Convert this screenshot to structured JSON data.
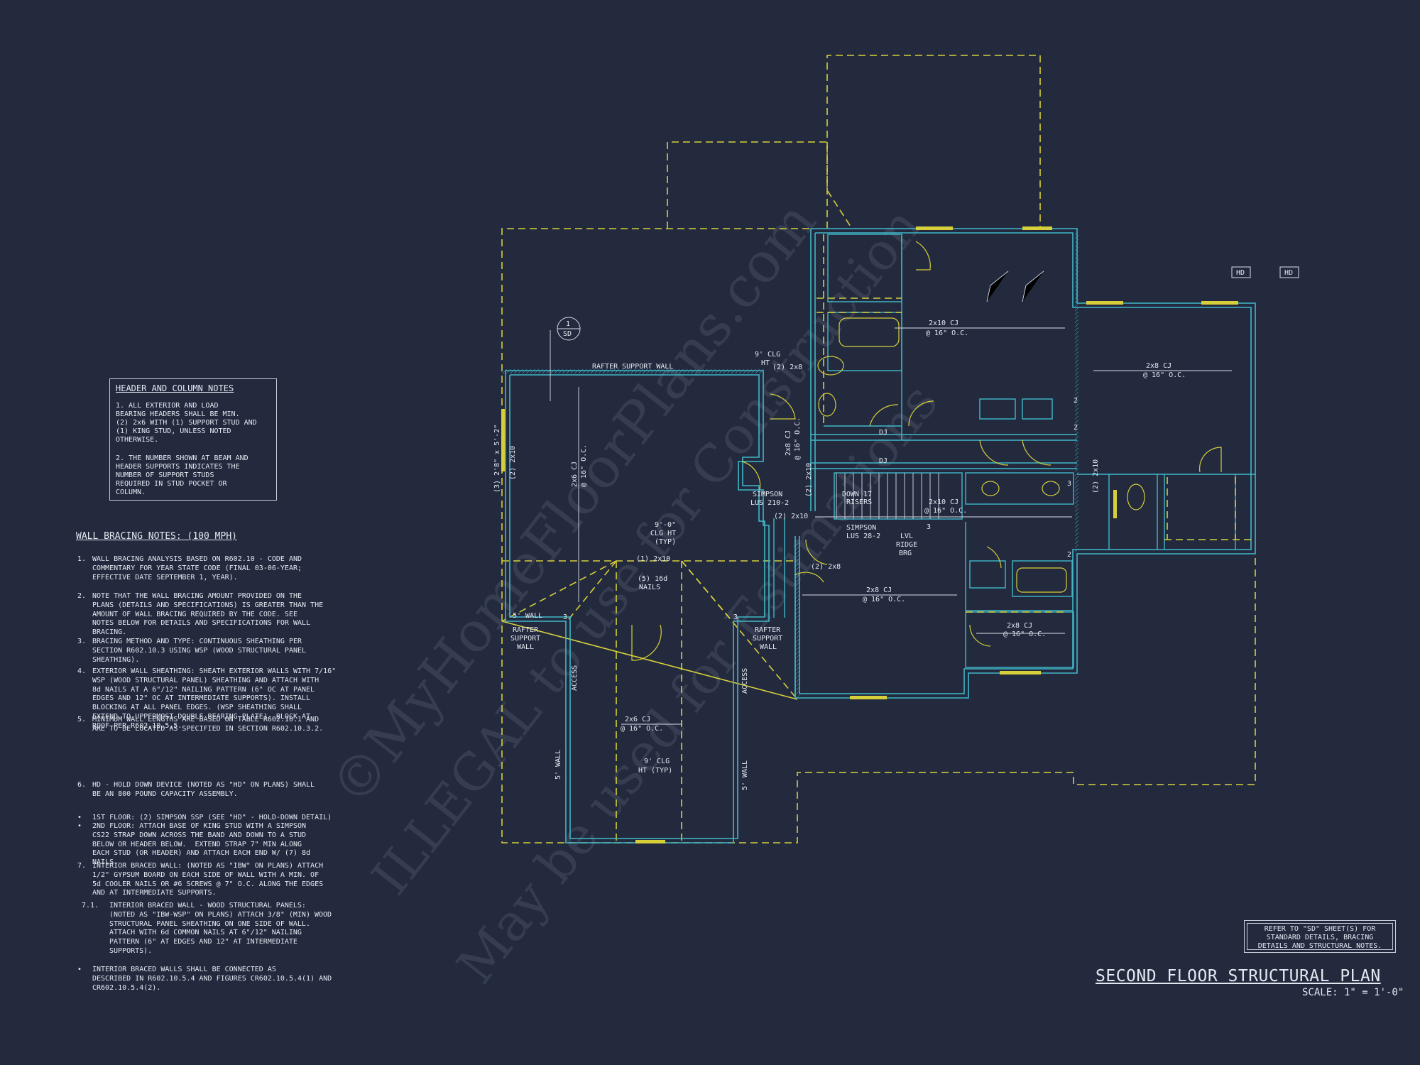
{
  "header_notes": {
    "title": "HEADER AND COLUMN NOTES",
    "p1": "1. ALL EXTERIOR AND LOAD\nBEARING HEADERS SHALL BE MIN.\n(2) 2x6 WITH (1) SUPPORT STUD AND\n(1) KING STUD, UNLESS NOTED\nOTHERWISE.",
    "p2": "2. THE NUMBER SHOWN AT BEAM AND\nHEADER SUPPORTS INDICATES THE\nNUMBER OF SUPPORT STUDS\nREQUIRED IN STUD POCKET OR\nCOLUMN."
  },
  "wall_bracing": {
    "title": "WALL BRACING NOTES: (100 MPH)",
    "items": [
      {
        "num": "1.",
        "text": "WALL BRACING ANALYSIS BASED ON R602.10 - CODE AND\nCOMMENTARY FOR YEAR STATE CODE (FINAL 03-06-YEAR;\nEFFECTIVE DATE SEPTEMBER 1, YEAR)."
      },
      {
        "num": "2.",
        "text": "NOTE THAT THE WALL BRACING AMOUNT PROVIDED ON THE\nPLANS (DETAILS AND SPECIFICATIONS) IS GREATER THAN THE\nAMOUNT OF WALL BRACING REQUIRED BY THE CODE. SEE\nNOTES BELOW FOR DETAILS AND SPECIFICATIONS FOR WALL\nBRACING."
      },
      {
        "num": "3.",
        "text": "BRACING METHOD AND TYPE: CONTINUOUS SHEATHING PER\nSECTION R602.10.3 USING WSP (WOOD STRUCTURAL PANEL\nSHEATHING)."
      },
      {
        "num": "4.",
        "text": "EXTERIOR WALL SHEATHING: SHEATH EXTERIOR WALLS WITH 7/16\"\nWSP (WOOD STRUCTURAL PANEL) SHEATHING AND ATTACH WITH\n8d NAILS AT A 6\"/12\" NAILING PATTERN (6\" OC AT PANEL\nEDGES AND 12\" OC AT INTERMEDIATE SUPPORTS). INSTALL\nBLOCKING AT ALL PANEL EDGES. (WSP SHEATHING SHALL\nEXTEND TO UPPERMOST DOUBLE BEARING PLATE). BLOCK AT\nROOF PER R602.10.5.5."
      },
      {
        "num": "5.",
        "text": "MINIMUM WALL LENGTHS ARE BASED ON TABLE R602.10.1 AND\nARE TO BE LOCATED AS SPECIFIED IN SECTION R602.10.3.2."
      },
      {
        "num": "6.",
        "text": "HD - HOLD DOWN DEVICE (NOTED AS \"HD\" ON PLANS) SHALL\nBE AN 800 POUND CAPACITY ASSEMBLY."
      },
      {
        "num": "•",
        "text": "1ST FLOOR: (2) SIMPSON SSP (SEE \"HD\" - HOLD-DOWN DETAIL)"
      },
      {
        "num": "•",
        "text": "2ND FLOOR: ATTACH BASE OF KING STUD WITH A SIMPSON\nCS22 STRAP DOWN ACROSS THE BAND AND DOWN TO A STUD\nBELOW OR HEADER BELOW.  EXTEND STRAP 7\" MIN ALONG\nEACH STUD (OR HEADER) AND ATTACH EACH END W/ (7) 8d\nNAILS."
      },
      {
        "num": "7.",
        "text": "INTERIOR BRACED WALL: (NOTED AS \"IBW\" ON PLANS) ATTACH\n1/2\" GYPSUM BOARD ON EACH SIDE OF WALL WITH A MIN. OF\n5d COOLER NAILS OR #6 SCREWS @ 7\" O.C. ALONG THE EDGES\nAND AT INTERMEDIATE SUPPORTS."
      },
      {
        "num": "7.1.",
        "text": "INTERIOR BRACED WALL - WOOD STRUCTURAL PANELS:\n(NOTED AS \"IBW-WSP\" ON PLANS) ATTACH 3/8\" (MIN) WOOD\nSTRUCTURAL PANEL SHEATHING ON ONE SIDE OF WALL.\nATTACH WITH 6d COMMON NAILS AT 6\"/12\" NAILING\nPATTERN (6\" AT EDGES AND 12\" AT INTERMEDIATE\nSUPPORTS)."
      },
      {
        "num": "•",
        "text": "INTERIOR BRACED WALLS SHALL BE CONNECTED AS\nDESCRIBED IN R602.10.5.4 AND FIGURES CR602.10.5.4(1) AND\nCR602.10.5.4(2)."
      }
    ]
  },
  "ref_note": "REFER TO \"SD\" SHEET(S) FOR\nSTANDARD DETAILS, BRACING\nDETAILS AND STRUCTURAL NOTES.",
  "plan_title": "SECOND FLOOR STRUCTURAL PLAN",
  "scale": "SCALE: 1\" = 1'-0\"",
  "plan_labels": {
    "rafter_support_wall": "RAFTER SUPPORT WALL",
    "section_num": "1",
    "section_sheet": "SD",
    "clg_9_a": "9' CLG",
    "clg_ht_a": "HT",
    "hdr_2x8": "(2) 2x8",
    "cj_2x10_top": "2x10 CJ",
    "cj_2x10_top_oc": "@ 16\" O.C.",
    "cj_2x8_right": "2x8 CJ",
    "cj_2x8_right_oc": "@ 16\" O.C.",
    "hd1": "HD",
    "hd2": "HD",
    "dj1": "DJ",
    "dj2": "DJ",
    "down_17": "DOWN 17",
    "risers": "RISERS",
    "cj_2x10_stair": "2x10 CJ",
    "cj_2x10_stair_oc": "@ 16\" O.C.",
    "simpson_lus210": "SIMPSON",
    "lus210": "LUS 210-2",
    "hdr_2x10": "(2) 2x10",
    "simpson_lus28": "SIMPSON",
    "lus28": "LUS 28-2",
    "lvl": "LVL",
    "ridge": "RIDGE",
    "brg": "BRG",
    "hdr_2x8_b": "(2) 2x8",
    "cj_2x8_mid": "2x8 CJ",
    "cj_2x8_mid_oc": "@ 16\" O.C.",
    "cj_2x8_low": "2x8 CJ",
    "cj_2x8_low_oc": "@ 16\" O.C.",
    "clg_9_b": "9'-0\"",
    "clg_ht_b": "CLG HT",
    "typ_b": "(TYP)",
    "hdr_1_2x10": "(1) 2x10",
    "nails_5": "(5) 16d",
    "nails": "NAILS",
    "wall5_a": "5' WALL",
    "rafter_a1": "RAFTER",
    "rafter_a2": "SUPPORT",
    "rafter_a3": "WALL",
    "rafter_b1": "RAFTER",
    "rafter_b2": "SUPPORT",
    "rafter_b3": "WALL",
    "access_a": "ACCESS",
    "access_b": "ACCESS",
    "cj_2x6": "2x6 CJ",
    "cj_2x6_oc": "@ 16\" O.C.",
    "clg_9_c": "9' CLG",
    "clg_ht_c": "HT (TYP)",
    "wall5_b": "5' WALL",
    "wall5_c": "5' WALL",
    "beam_left": "(3) 2'8\" x 5'-2\"",
    "beam_left_b": "(2) 2x10",
    "cj_2x6_left": "2x6 CJ",
    "cj_2x6_left_oc": "@ 16\" O.C.",
    "cj_2x8_v": "2x8 CJ",
    "cj_2x8_v_oc": "@ 16\" O.C.",
    "hdr_2x10_v": "(2) 2x10",
    "hdr_2x10_r": "(2) 2x10",
    "n3a": "3",
    "n3b": "3",
    "n3c": "3",
    "n3d": "3",
    "n2a": "2",
    "n2b": "2",
    "n2c": "2"
  },
  "watermark": {
    "line1": "©MyHomeFloorPlans.com",
    "line2": "ILLEGAL to use for Construction",
    "line3": "May be used for Estimations"
  },
  "colors": {
    "background": "#232a3e",
    "wall": "#3fb8c9",
    "dashed": "#d6cf3a",
    "text": "#e4e8f0"
  }
}
